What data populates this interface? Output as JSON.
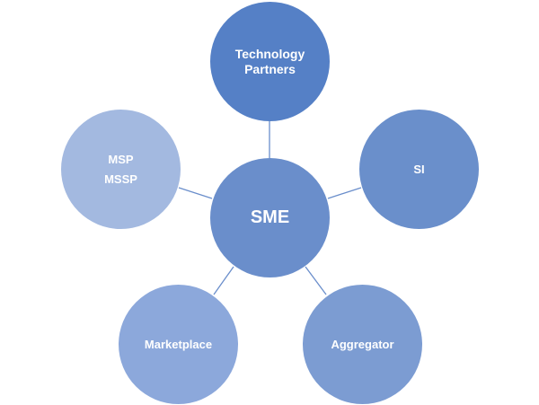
{
  "center": {
    "label": "SME",
    "color": "#6a8ecb"
  },
  "nodes": [
    {
      "lines": [
        "Technology",
        "Partners"
      ],
      "color": "#5580c6"
    },
    {
      "lines": [
        "SI"
      ],
      "color": "#6a8fcb"
    },
    {
      "lines": [
        "Aggregator"
      ],
      "color": "#7c9cd2"
    },
    {
      "lines": [
        "Marketplace"
      ],
      "color": "#8ca8db"
    },
    {
      "lines": [
        "MSP",
        "MSSP"
      ],
      "color": "#a3b9e0"
    }
  ],
  "connector_color": "#6a8ecb"
}
